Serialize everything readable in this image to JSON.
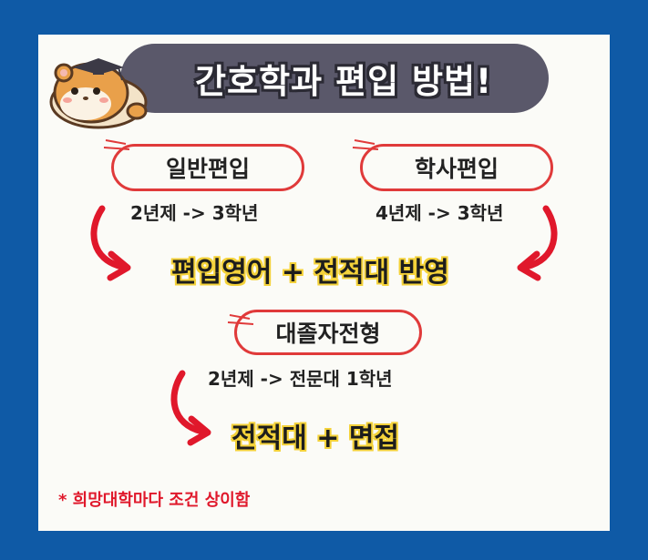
{
  "title": "간호학과 편입 방법!",
  "categories": {
    "general": {
      "label": "일반편입",
      "path": "2년제 -> 3학년"
    },
    "bachelor": {
      "label": "학사편입",
      "path": "4년제 -> 3학년"
    },
    "graduate": {
      "label": "대졸자전형",
      "path": "2년제 -> 전문대 1학년"
    }
  },
  "results": {
    "transfer": "편입영어 + 전적대 반영",
    "graduate": "전적대 + 면접"
  },
  "note": "*  희망대학마다 조건 상이함",
  "colors": {
    "background": "#0f5aa6",
    "accent": "#e0182b",
    "highlight": "#f4d23a",
    "banner": "#5a586a"
  },
  "icons": [
    "hamster-mascot-icon",
    "curved-arrow-icon"
  ]
}
